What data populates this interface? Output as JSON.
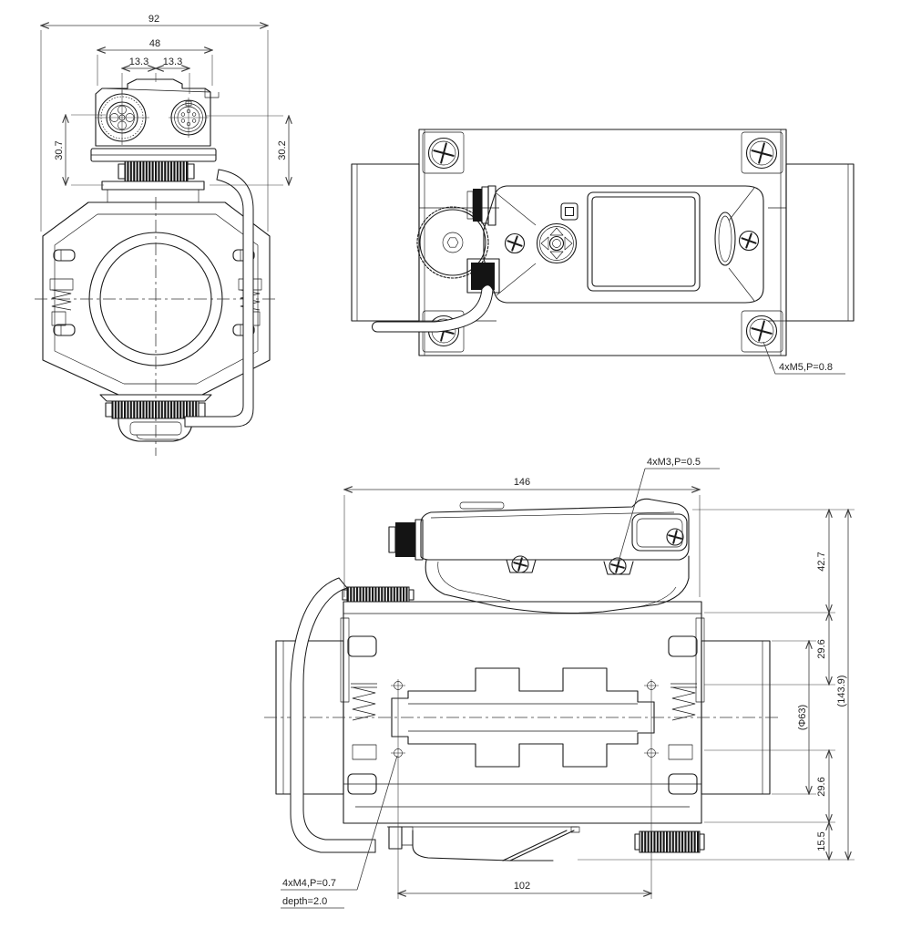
{
  "colors": {
    "line": "#1a1a1a",
    "dimension": "#3a3a3a",
    "background": "#ffffff"
  },
  "front_view": {
    "dim_overall_width": "92",
    "dim_top_width": "48",
    "dim_conn_spacing_left": "13.3",
    "dim_conn_spacing_right": "13.3",
    "dim_height_left": "30.7",
    "dim_height_right": "30.2"
  },
  "top_view": {
    "screw_note": "4xM5,P=0.8"
  },
  "side_view": {
    "dim_body_width": "146",
    "screw_note_top": "4xM3,P=0.5",
    "dim_top_height": "42.7",
    "dim_upper_flange": "29.6",
    "dim_lens_dia": "(Φ63)",
    "dim_overall_height": "(143.9)",
    "dim_lower_flange": "29.6",
    "dim_base_height": "15.5",
    "dim_hole_spacing": "102",
    "screw_note_bottom_line1": "4xM4,P=0.7",
    "screw_note_bottom_line2": "depth=2.0"
  }
}
